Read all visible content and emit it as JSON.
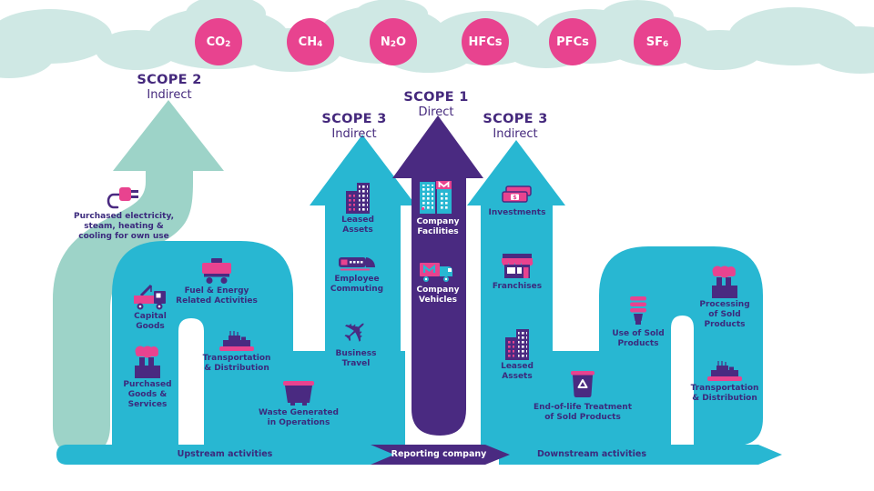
{
  "palette": {
    "cyan": "#28b7d2",
    "purple": "#4a2a81",
    "pink": "#e8438f",
    "pale_cloud": "#cfe8e4",
    "sage": "#9dd3c8",
    "label_purple": "#3b2a7d",
    "white": "#ffffff"
  },
  "gases": [
    {
      "pre": "CO",
      "sub": "2",
      "post": ""
    },
    {
      "pre": "CH",
      "sub": "4",
      "post": ""
    },
    {
      "pre": "N",
      "sub": "2",
      "post": "O"
    },
    {
      "pre": "HFCs",
      "sub": "",
      "post": ""
    },
    {
      "pre": "PFCs",
      "sub": "",
      "post": ""
    },
    {
      "pre": "SF",
      "sub": "6",
      "post": ""
    }
  ],
  "scopes": {
    "scope2": {
      "title": "SCOPE 2",
      "subtitle": "Indirect"
    },
    "scope3_upstream": {
      "title": "SCOPE 3",
      "subtitle": "Indirect"
    },
    "scope1": {
      "title": "SCOPE 1",
      "subtitle": "Direct"
    },
    "scope3_downstream": {
      "title": "SCOPE 3",
      "subtitle": "Indirect"
    }
  },
  "items": {
    "purchased_electricity": {
      "label": "Purchased electricity,\nsteam, heating &\ncooling for own use",
      "icon": "plug-icon"
    },
    "capital_goods": {
      "label": "Capital\nGoods",
      "icon": "crane-truck-icon"
    },
    "fuel_energy": {
      "label": "Fuel & Energy\nRelated Activities",
      "icon": "rail-tanker-icon"
    },
    "purchased_goods": {
      "label": "Purchased\nGoods &\nServices",
      "icon": "factory-cloud-icon"
    },
    "transportation_upstream": {
      "label": "Transportation\n& Distribution",
      "icon": "ship-icon"
    },
    "waste": {
      "label": "Waste Generated\nin Operations",
      "icon": "dumpster-icon"
    },
    "leased_assets_upstream": {
      "label": "Leased\nAssets",
      "icon": "building-icon"
    },
    "employee_commuting": {
      "label": "Employee\nCommuting",
      "icon": "train-icon"
    },
    "business_travel": {
      "label": "Business\nTravel",
      "icon": "airplane-icon"
    },
    "company_facilities": {
      "label": "Company\nFacilities",
      "icon": "office-buildings-icon"
    },
    "company_vehicles": {
      "label": "Company\nVehicles",
      "icon": "truck-icon"
    },
    "investments": {
      "label": "Investments",
      "icon": "banknotes-icon"
    },
    "franchises": {
      "label": "Franchises",
      "icon": "storefront-icon"
    },
    "leased_assets_downstream": {
      "label": "Leased\nAssets",
      "icon": "building-icon"
    },
    "use_of_sold": {
      "label": "Use of Sold\nProducts",
      "icon": "cfl-bulb-icon"
    },
    "end_of_life": {
      "label": "End-of-life Treatment\nof Sold Products",
      "icon": "recycle-bin-icon"
    },
    "processing": {
      "label": "Processing\nof Sold\nProducts",
      "icon": "factory-cloud-icon"
    },
    "transportation_downstream": {
      "label": "Transportation\n& Distribution",
      "icon": "ship-icon"
    }
  },
  "icons": {
    "airplane_glyph": "✈"
  },
  "bottom_bar": {
    "upstream": "Upstream activities",
    "reporting": "Reporting company",
    "downstream": "Downstream activities"
  }
}
